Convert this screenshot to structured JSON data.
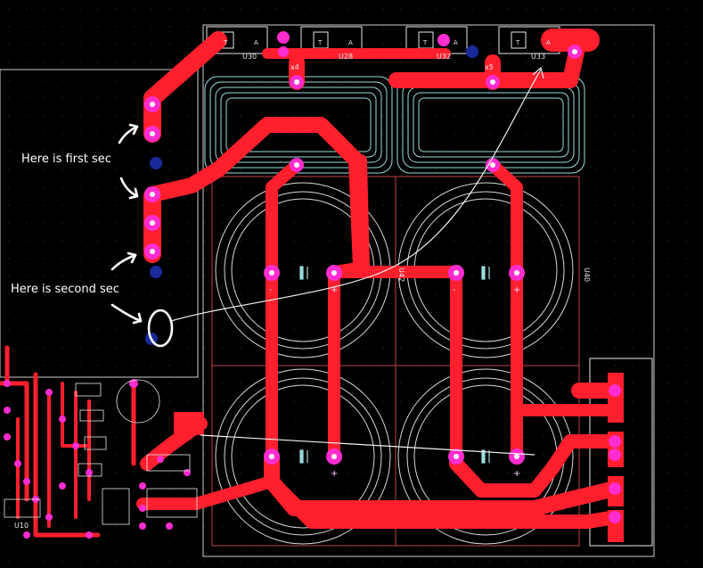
{
  "annotations": {
    "first_sec": "Here is first sec",
    "second_sec": "Here is second sec"
  },
  "components": {
    "u30": "U30",
    "u28": "U28",
    "u32": "U32",
    "u33": "U33",
    "x4": "x4",
    "x5": "x5",
    "u40": "U40",
    "u42": "U42",
    "u10": "U10",
    "pin_t": "T",
    "pin_a": "A",
    "plus": "+",
    "minus": "-"
  },
  "colors": {
    "trace": "#ff1f2d",
    "pad": "#ff2ccf",
    "silk": "#e8e8e8",
    "outline": "#c0453c",
    "coil": "#9bdcdc",
    "via_blue": "#1a2a9a",
    "background": "#000000"
  }
}
